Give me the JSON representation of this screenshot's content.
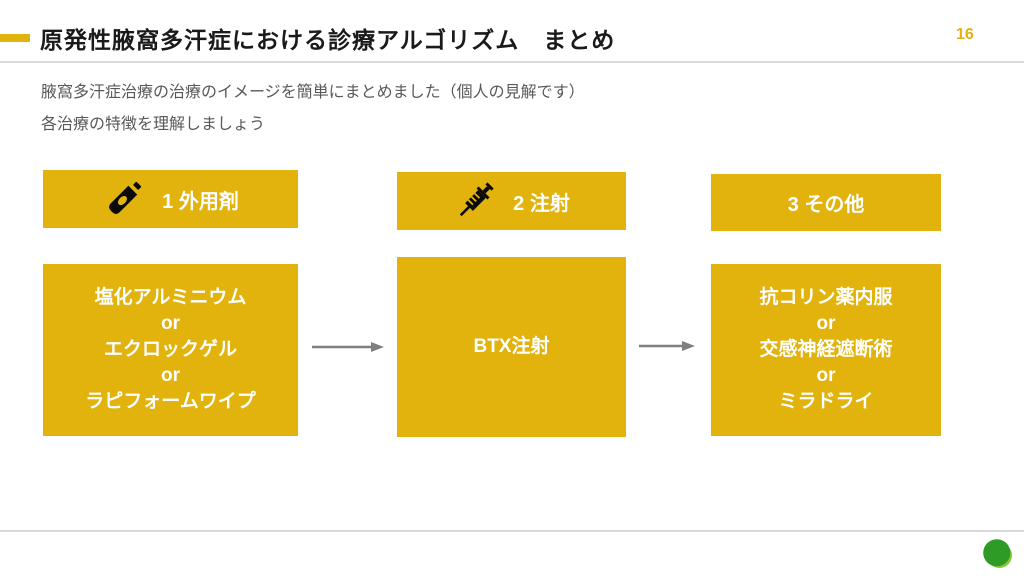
{
  "slide": {
    "title": "原発性腋窩多汗症における診療アルゴリズム　まとめ",
    "page_number": "16",
    "subtitle_lines": [
      "腋窩多汗症治療の治療のイメージを簡単にまとめました（個人の見解です）",
      "各治療の特徴を理解しましょう"
    ]
  },
  "flow": {
    "columns": [
      {
        "header": {
          "label": "1 外用剤",
          "icon": "ointment-tube-icon"
        },
        "body_lines": [
          "塩化アルミニウム",
          "or",
          "エクロックゲル",
          "or",
          "ラピフォームワイプ"
        ]
      },
      {
        "header": {
          "label": "2 注射",
          "icon": "syringe-icon"
        },
        "body_lines": [
          "BTX注射"
        ]
      },
      {
        "header": {
          "label": "3 その他",
          "icon": "none"
        },
        "body_lines": [
          "抗コリン薬内服",
          "or",
          "交感神経遮断術",
          "or",
          "ミラドライ"
        ]
      }
    ]
  },
  "icons": {
    "footer_logo": "green-dot-logo"
  },
  "colors": {
    "box_yellow": "#E2B30D",
    "accent_yellow": "#E2B30D",
    "page_number_yellow": "#E6B10E",
    "divider_gray": "#D9D9D9",
    "arrow_gray": "#7F7F7F",
    "title_text": "#1A1A1A",
    "subtitle_text": "#595959",
    "box_text": "#FFFFFF",
    "icon_black": "#0A0A0A",
    "logo_green_dark": "#2E9B27",
    "logo_green_light": "#8CC63F"
  }
}
